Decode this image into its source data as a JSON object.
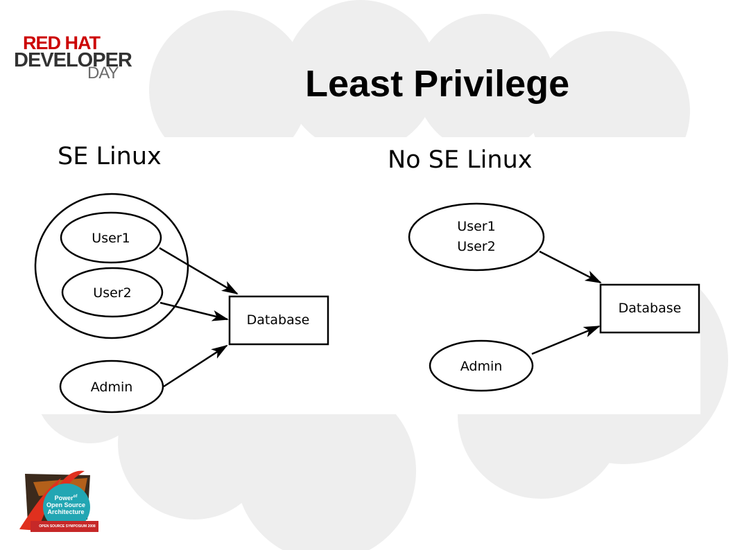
{
  "slide": {
    "title": "Least Privilege"
  },
  "logo_top": {
    "line1": "RED HAT",
    "line2": "DEVELOPER",
    "line3": "DAY"
  },
  "logo_bottom": {
    "line1": "Power",
    "line1_sup": "of",
    "line2": "Open Source",
    "line3": "Architecture",
    "footer": "OPEN SOURCE SYMPOSIUM 2008"
  },
  "diagram": {
    "left": {
      "heading": "SE Linux",
      "nodes": {
        "user1": "User1",
        "user2": "User2",
        "admin": "Admin",
        "database": "Database"
      }
    },
    "right": {
      "heading": "No SE Linux",
      "nodes": {
        "users_line1": "User1",
        "users_line2": "User2",
        "admin": "Admin",
        "database": "Database"
      }
    }
  }
}
